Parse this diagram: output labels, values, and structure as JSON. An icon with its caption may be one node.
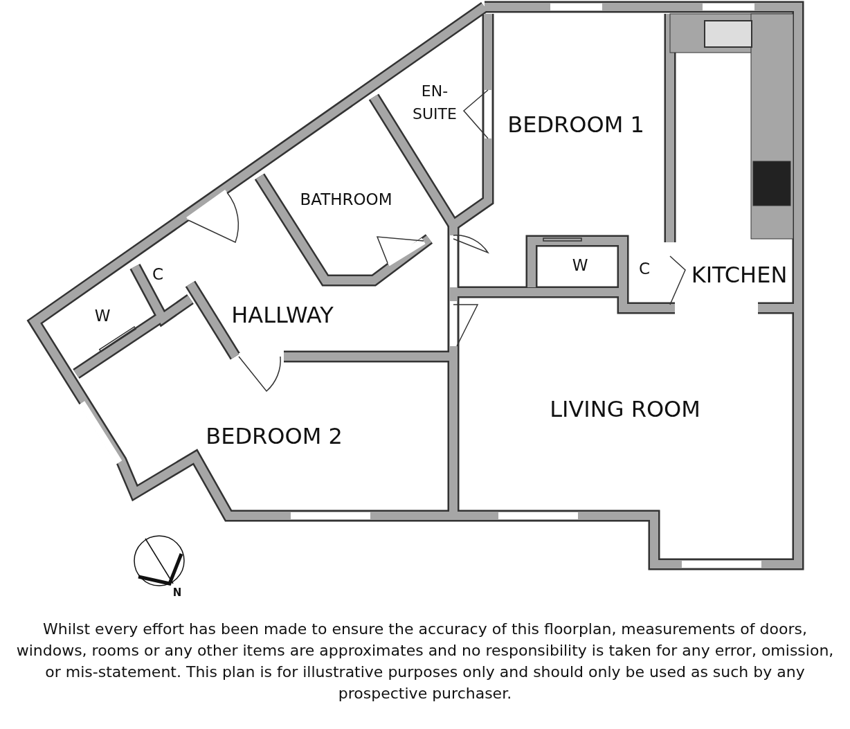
{
  "diagram": {
    "caption": "Whilst every effort has been made to ensure the accuracy of this floorplan, measurements of doors, windows, rooms or any other items are approximates and no responsibility is taken for any error, omission, or mis-statement. This plan is for illustrative purposes only and should only be used as such by any prospective purchaser.",
    "labels": [
      "EN- SUITE",
      "BEDROOM 1",
      "BATHROOM",
      "KITCHEN",
      "W",
      "C",
      "C",
      "W",
      "HALLWAY",
      "LIVING ROOM",
      "BEDROOM 2",
      "N"
    ]
  }
}
